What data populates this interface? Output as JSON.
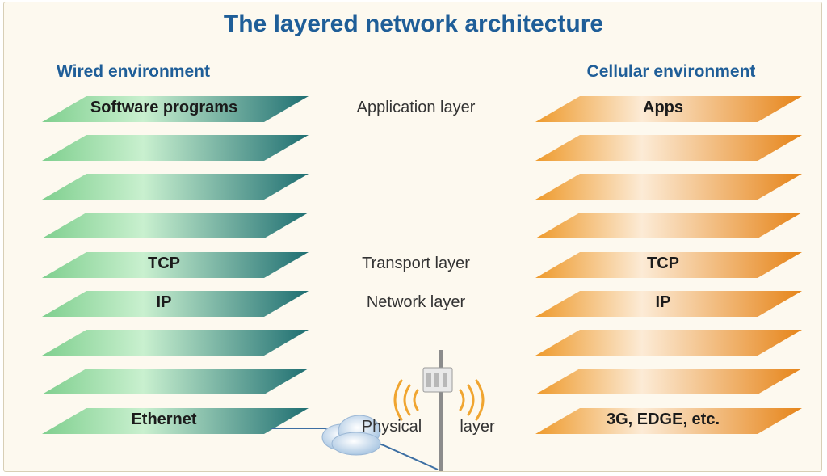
{
  "title": "The layered network architecture",
  "wired": {
    "heading": "Wired environment",
    "color_light": "#8fdca0",
    "color_dark": "#1f6f72",
    "layers": [
      "Software programs",
      "",
      "",
      "",
      "TCP",
      "IP",
      "",
      "",
      "Ethernet"
    ]
  },
  "cellular": {
    "heading": "Cellular environment",
    "color_light": "#fbe7cf",
    "color_dark": "#e88a1a",
    "layers": [
      "Apps",
      "",
      "",
      "",
      "TCP",
      "IP",
      "",
      "",
      "3G, EDGE, etc."
    ]
  },
  "layer_names": [
    "Application layer",
    "",
    "",
    "",
    "Transport layer",
    "Network layer",
    "",
    "",
    "Physical layer"
  ],
  "physical_parts": [
    "Physical",
    "layer"
  ],
  "colors": {
    "title": "#1f5e98",
    "background": "#fdf9ef",
    "signal_waves": "#f0a530",
    "connector_line": "#3d6fa3"
  },
  "icons": [
    "cell-tower-icon",
    "cloud-icon",
    "signal-wave-icon"
  ]
}
